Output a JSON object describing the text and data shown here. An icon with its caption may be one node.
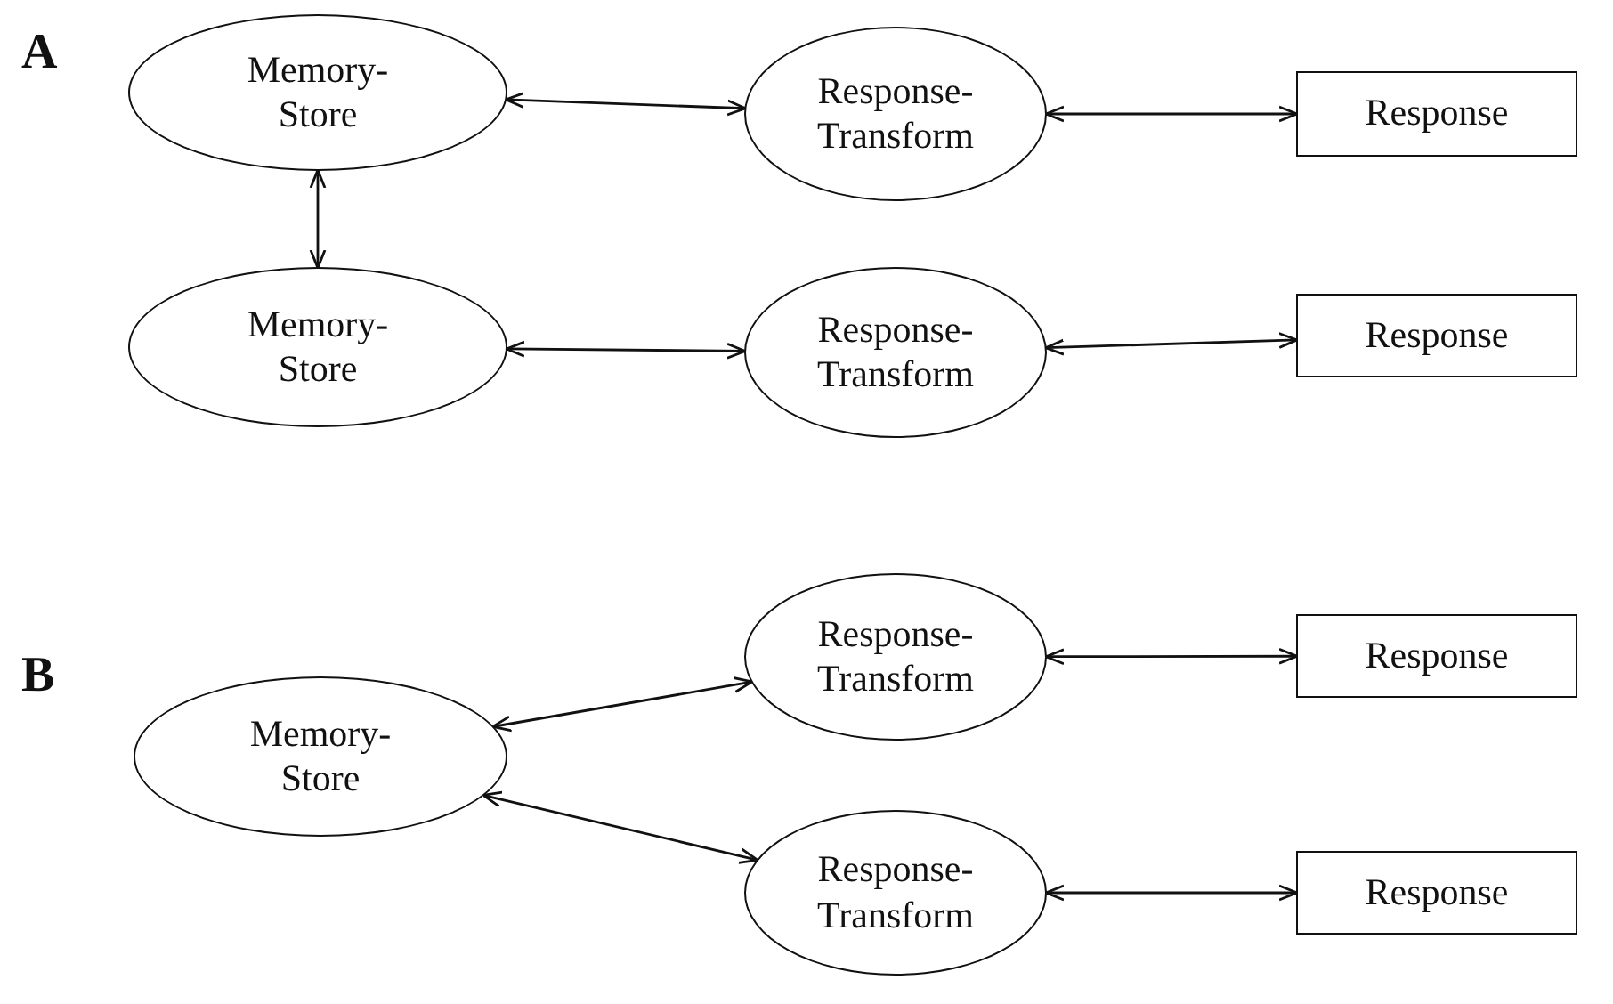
{
  "diagram": {
    "nodes": [
      {
        "text": [
          "Memory-Store"
        ]
      },
      {
        "text": [
          "Response- Transform"
        ]
      },
      {
        "text": [
          "Response"
        ]
      },
      {
        "text": [
          "Memory-Store"
        ]
      },
      {
        "text": [
          "Response- Transform"
        ]
      },
      {
        "text": [
          "Response"
        ]
      },
      {
        "text": [
          "Memory-Store"
        ]
      },
      {
        "text": [
          "Response- Transform"
        ]
      },
      {
        "text": [
          "Response"
        ]
      },
      {
        "text": [
          "Response- Transform"
        ]
      },
      {
        "text": [
          "Response"
        ]
      }
    ],
    "edges": [
      {
        "from": 0,
        "to": 1,
        "arrow": "both"
      },
      {
        "from": 1,
        "to": 2,
        "arrow": "both"
      },
      {
        "from": 0,
        "to": 3,
        "arrow": "both"
      },
      {
        "from": 3,
        "to": 4,
        "arrow": "both"
      },
      {
        "from": 4,
        "to": 5,
        "arrow": "both"
      },
      {
        "from": 6,
        "to": 7,
        "arrow": "both"
      },
      {
        "from": 7,
        "to": 8,
        "arrow": "both"
      },
      {
        "from": 6,
        "to": 9,
        "arrow": "both"
      },
      {
        "from": 9,
        "to": 10,
        "arrow": "both"
      }
    ],
    "labels": [
      "A",
      "B"
    ]
  }
}
